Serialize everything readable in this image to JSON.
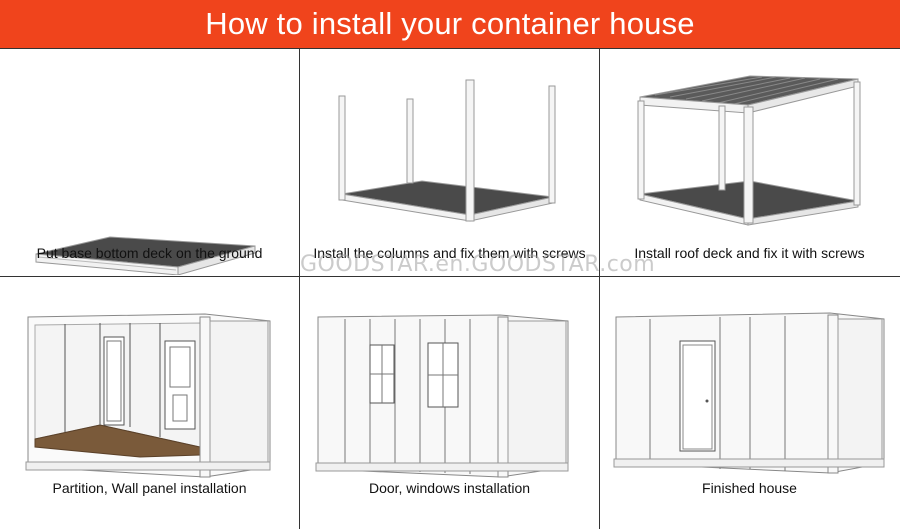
{
  "title": "How to install your container house",
  "steps": [
    {
      "caption": "Put base bottom deck on the ground"
    },
    {
      "caption": "Install the columns and fix them with screws"
    },
    {
      "caption": "Install roof deck and fix it with screws"
    },
    {
      "caption": "Partition, Wall panel installation"
    },
    {
      "caption": "Door, windows installation"
    },
    {
      "caption": "Finished house"
    }
  ],
  "watermark": "GOODSTAR.en.GOODSTAR.com",
  "colors": {
    "banner": "#f0441c",
    "deck": "#4a4a4a",
    "floor": "#7a5a3a"
  }
}
